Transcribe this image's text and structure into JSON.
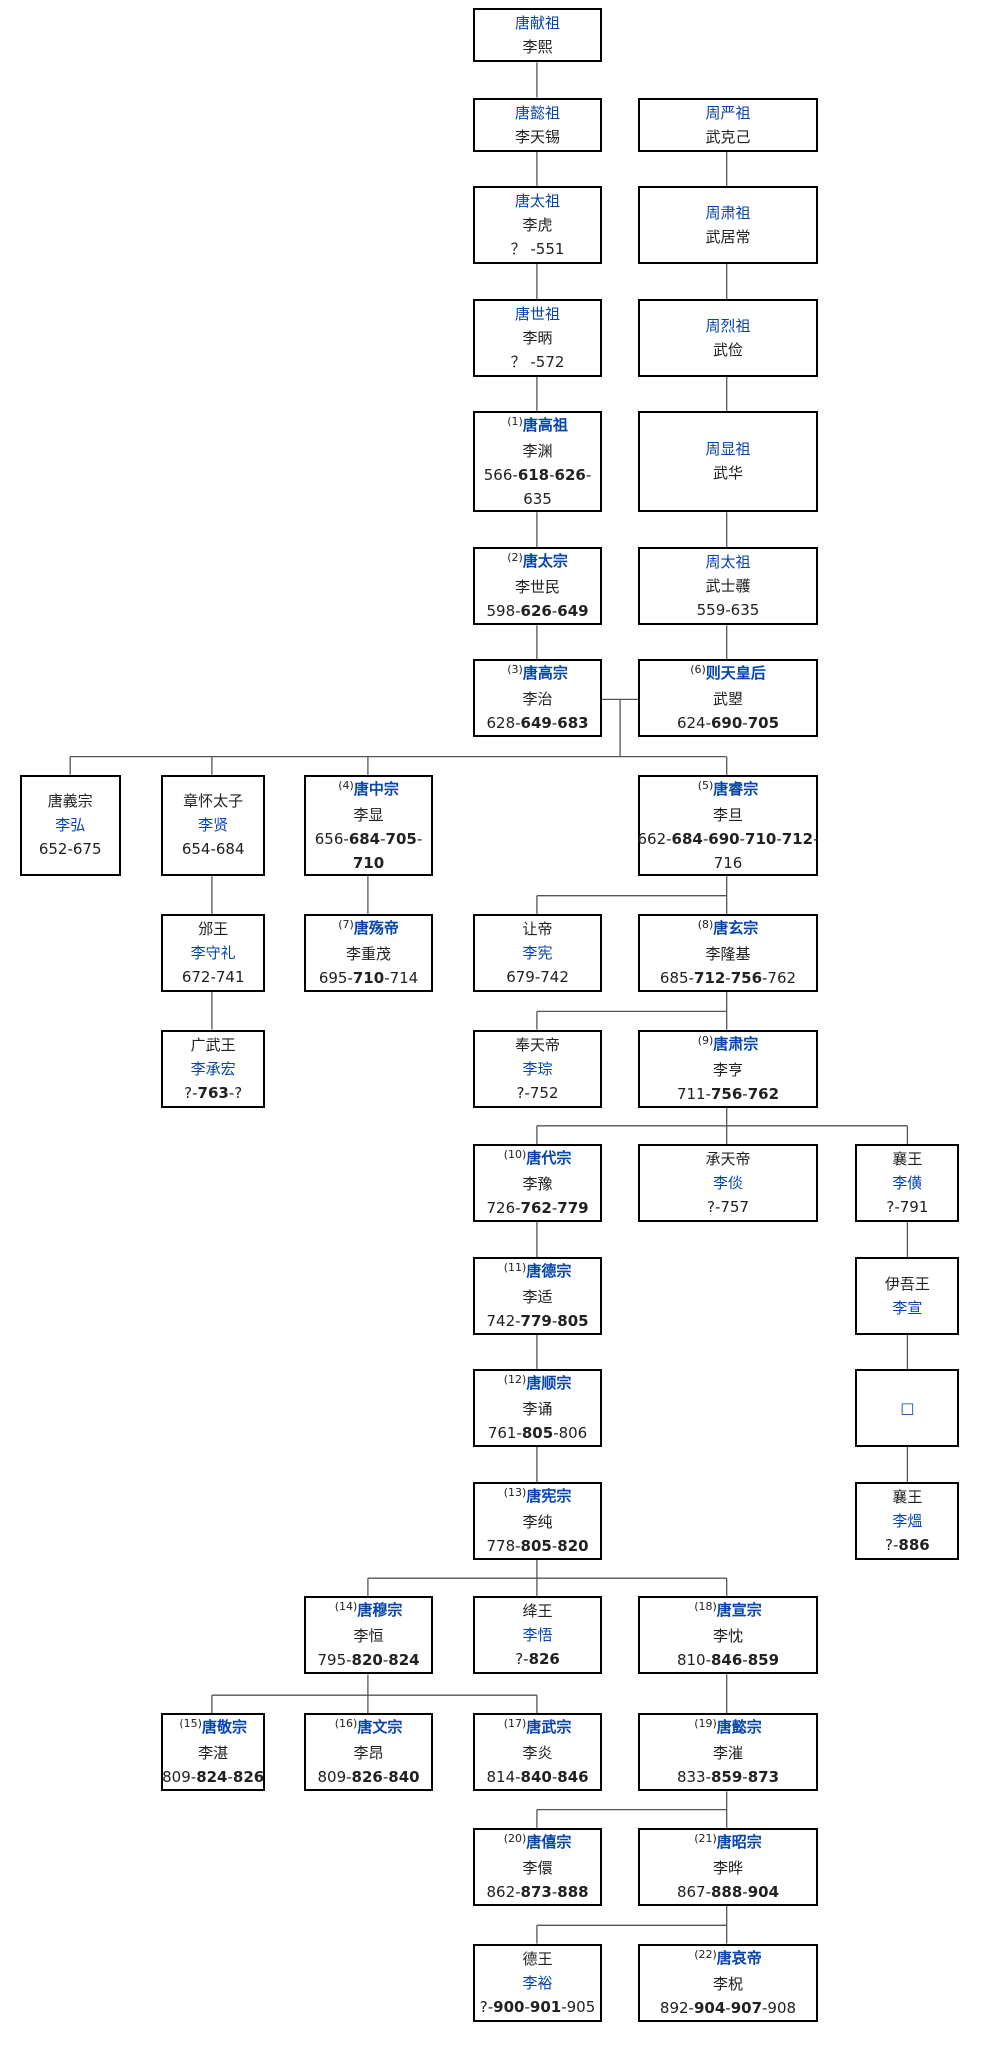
{
  "nodes": [
    {
      "id": "xianzu",
      "lines": [
        {
          "t": "唐献祖",
          "c": "link"
        },
        {
          "t": "李熙",
          "c": "plain"
        }
      ]
    },
    {
      "id": "yizu",
      "lines": [
        {
          "t": "唐懿祖",
          "c": "link"
        },
        {
          "t": "李天锡",
          "c": "plain"
        }
      ]
    },
    {
      "id": "taizu",
      "lines": [
        {
          "t": "唐太祖",
          "c": "link"
        },
        {
          "t": "李虎",
          "c": "plain"
        },
        {
          "t": "？ -551",
          "c": "plain"
        }
      ]
    },
    {
      "id": "shizu",
      "lines": [
        {
          "t": "唐世祖",
          "c": "link"
        },
        {
          "t": "李昞",
          "c": "plain"
        },
        {
          "t": "？ -572",
          "c": "plain"
        }
      ]
    },
    {
      "id": "gaozu",
      "lines": [
        {
          "n": "(1)",
          "t": "唐高祖",
          "c": "title"
        },
        {
          "t": "李渊",
          "c": "plain"
        },
        {
          "parts": [
            {
              "t": "566-"
            },
            {
              "t": "618",
              "b": 1
            },
            {
              "t": "-"
            },
            {
              "t": "626",
              "b": 1
            },
            {
              "t": "-"
            }
          ]
        },
        {
          "t": "635",
          "c": "plain"
        }
      ]
    },
    {
      "id": "taizong",
      "lines": [
        {
          "n": "(2)",
          "t": "唐太宗",
          "c": "title"
        },
        {
          "t": "李世民",
          "c": "plain"
        },
        {
          "parts": [
            {
              "t": "598-"
            },
            {
              "t": "626",
              "b": 1
            },
            {
              "t": "-"
            },
            {
              "t": "649",
              "b": 1
            }
          ]
        }
      ]
    },
    {
      "id": "gaozong",
      "lines": [
        {
          "n": "(3)",
          "t": "唐高宗",
          "c": "title"
        },
        {
          "t": "李治",
          "c": "plain"
        },
        {
          "parts": [
            {
              "t": "628-"
            },
            {
              "t": "649",
              "b": 1
            },
            {
              "t": "-"
            },
            {
              "t": "683",
              "b": 1
            }
          ]
        }
      ]
    },
    {
      "id": "zhou_yanzu",
      "lines": [
        {
          "t": "周严祖",
          "c": "link"
        },
        {
          "t": "武克己",
          "c": "plain"
        }
      ]
    },
    {
      "id": "zhou_suzu",
      "lines": [
        {
          "t": "周肃祖",
          "c": "link"
        },
        {
          "t": "武居常",
          "c": "plain"
        }
      ]
    },
    {
      "id": "zhou_liezu",
      "lines": [
        {
          "t": "周烈祖",
          "c": "link"
        },
        {
          "t": "武俭",
          "c": "plain"
        }
      ]
    },
    {
      "id": "zhou_xianzu",
      "lines": [
        {
          "t": "周显祖",
          "c": "link"
        },
        {
          "t": "武华",
          "c": "plain"
        }
      ]
    },
    {
      "id": "zhou_taizu",
      "lines": [
        {
          "t": "周太祖",
          "c": "link"
        },
        {
          "t": "武士彠",
          "c": "plain"
        },
        {
          "t": "559-635",
          "c": "plain"
        }
      ]
    },
    {
      "id": "wuzetian",
      "lines": [
        {
          "n": "(6)",
          "t": "则天皇后",
          "c": "title"
        },
        {
          "t": "武曌",
          "c": "plain"
        },
        {
          "parts": [
            {
              "t": "624-"
            },
            {
              "t": "690",
              "b": 1
            },
            {
              "t": "-"
            },
            {
              "t": "705",
              "b": 1
            }
          ]
        }
      ]
    },
    {
      "id": "yizong_lihong",
      "lines": [
        {
          "t": "唐義宗",
          "c": "plain"
        },
        {
          "t": "李弘",
          "c": "link"
        },
        {
          "t": "652-675",
          "c": "plain"
        }
      ]
    },
    {
      "id": "zhanghuai",
      "lines": [
        {
          "t": "章怀太子",
          "c": "plain"
        },
        {
          "t": "李贤",
          "c": "link"
        },
        {
          "t": "654-684",
          "c": "plain"
        }
      ]
    },
    {
      "id": "zhongzong",
      "lines": [
        {
          "n": "(4)",
          "t": "唐中宗",
          "c": "title"
        },
        {
          "t": "李显",
          "c": "plain"
        },
        {
          "parts": [
            {
              "t": "656-"
            },
            {
              "t": "684",
              "b": 1
            },
            {
              "t": "-"
            },
            {
              "t": "705",
              "b": 1
            },
            {
              "t": "-"
            }
          ]
        },
        {
          "parts": [
            {
              "t": "710",
              "b": 1
            }
          ]
        }
      ]
    },
    {
      "id": "ruizong",
      "lines": [
        {
          "n": "(5)",
          "t": "唐睿宗",
          "c": "title"
        },
        {
          "t": "李旦",
          "c": "plain"
        },
        {
          "parts": [
            {
              "t": "662-"
            },
            {
              "t": "684",
              "b": 1
            },
            {
              "t": "-"
            },
            {
              "t": "690",
              "b": 1
            },
            {
              "t": "-"
            },
            {
              "t": "710",
              "b": 1
            },
            {
              "t": "-"
            },
            {
              "t": "712",
              "b": 1
            },
            {
              "t": "-"
            }
          ]
        },
        {
          "t": "716",
          "c": "plain"
        }
      ]
    },
    {
      "id": "binwang",
      "lines": [
        {
          "t": "邠王",
          "c": "plain"
        },
        {
          "t": "李守礼",
          "c": "link"
        },
        {
          "t": "672-741",
          "c": "plain"
        }
      ]
    },
    {
      "id": "shangdi",
      "lines": [
        {
          "n": "(7)",
          "t": "唐殇帝",
          "c": "title"
        },
        {
          "t": "李重茂",
          "c": "plain"
        },
        {
          "parts": [
            {
              "t": "695-"
            },
            {
              "t": "710",
              "b": 1
            },
            {
              "t": "-714"
            }
          ]
        }
      ]
    },
    {
      "id": "guangwu",
      "lines": [
        {
          "t": "广武王",
          "c": "plain"
        },
        {
          "t": "李承宏",
          "c": "link"
        },
        {
          "parts": [
            {
              "t": "?-"
            },
            {
              "t": "763",
              "b": 1
            },
            {
              "t": "-?"
            }
          ]
        }
      ]
    },
    {
      "id": "rangdi",
      "lines": [
        {
          "t": "让帝",
          "c": "plain"
        },
        {
          "t": "李宪",
          "c": "link"
        },
        {
          "t": "679-742",
          "c": "plain"
        }
      ]
    },
    {
      "id": "xuanzong",
      "lines": [
        {
          "n": "(8)",
          "t": "唐玄宗",
          "c": "title"
        },
        {
          "t": "李隆基",
          "c": "plain"
        },
        {
          "parts": [
            {
              "t": "685-"
            },
            {
              "t": "712",
              "b": 1
            },
            {
              "t": "-"
            },
            {
              "t": "756",
              "b": 1
            },
            {
              "t": "-762"
            }
          ]
        }
      ]
    },
    {
      "id": "fengtian",
      "lines": [
        {
          "t": "奉天帝",
          "c": "plain"
        },
        {
          "t": "李琮",
          "c": "link"
        },
        {
          "t": "?-752",
          "c": "plain"
        }
      ]
    },
    {
      "id": "suzong",
      "lines": [
        {
          "n": "(9)",
          "t": "唐肃宗",
          "c": "title"
        },
        {
          "t": "李亨",
          "c": "plain"
        },
        {
          "parts": [
            {
              "t": "711-"
            },
            {
              "t": "756",
              "b": 1
            },
            {
              "t": "-"
            },
            {
              "t": "762",
              "b": 1
            }
          ]
        }
      ]
    },
    {
      "id": "daizong",
      "lines": [
        {
          "n": "(10)",
          "t": "唐代宗",
          "c": "title"
        },
        {
          "t": "李豫",
          "c": "plain"
        },
        {
          "parts": [
            {
              "t": "726-"
            },
            {
              "t": "762",
              "b": 1
            },
            {
              "t": "-"
            },
            {
              "t": "779",
              "b": 1
            }
          ]
        }
      ]
    },
    {
      "id": "chengtian",
      "lines": [
        {
          "t": "承天帝",
          "c": "plain"
        },
        {
          "t": "李倓",
          "c": "link"
        },
        {
          "t": "?-757",
          "c": "plain"
        }
      ]
    },
    {
      "id": "xiangwang1",
      "lines": [
        {
          "t": "襄王",
          "c": "plain"
        },
        {
          "t": "李僙",
          "c": "link"
        },
        {
          "t": "?-791",
          "c": "plain"
        }
      ]
    },
    {
      "id": "dezong",
      "lines": [
        {
          "n": "(11)",
          "t": "唐德宗",
          "c": "title"
        },
        {
          "t": "李适",
          "c": "plain"
        },
        {
          "parts": [
            {
              "t": "742-"
            },
            {
              "t": "779",
              "b": 1
            },
            {
              "t": "-"
            },
            {
              "t": "805",
              "b": 1
            }
          ]
        }
      ]
    },
    {
      "id": "yiwu",
      "lines": [
        {
          "t": "伊吾王",
          "c": "plain"
        },
        {
          "t": "李宣",
          "c": "link"
        }
      ]
    },
    {
      "id": "shunzong",
      "lines": [
        {
          "n": "(12)",
          "t": "唐顺宗",
          "c": "title"
        },
        {
          "t": "李诵",
          "c": "plain"
        },
        {
          "parts": [
            {
              "t": "761-"
            },
            {
              "t": "805",
              "b": 1
            },
            {
              "t": "-806"
            }
          ]
        }
      ]
    },
    {
      "id": "unknown",
      "lines": [
        {
          "t": "□",
          "c": "link"
        }
      ]
    },
    {
      "id": "xianzong",
      "lines": [
        {
          "n": "(13)",
          "t": "唐宪宗",
          "c": "title"
        },
        {
          "t": "李纯",
          "c": "plain"
        },
        {
          "parts": [
            {
              "t": "778-"
            },
            {
              "t": "805",
              "b": 1
            },
            {
              "t": "-"
            },
            {
              "t": "820",
              "b": 1
            }
          ]
        }
      ]
    },
    {
      "id": "xiangwang2",
      "lines": [
        {
          "t": "襄王",
          "c": "plain"
        },
        {
          "t": "李熅",
          "c": "link"
        },
        {
          "parts": [
            {
              "t": "?-"
            },
            {
              "t": "886",
              "b": 1
            }
          ]
        }
      ]
    },
    {
      "id": "muzong",
      "lines": [
        {
          "n": "(14)",
          "t": "唐穆宗",
          "c": "title"
        },
        {
          "t": "李恒",
          "c": "plain"
        },
        {
          "parts": [
            {
              "t": "795-"
            },
            {
              "t": "820",
              "b": 1
            },
            {
              "t": "-"
            },
            {
              "t": "824",
              "b": 1
            }
          ]
        }
      ]
    },
    {
      "id": "jiangwang",
      "lines": [
        {
          "t": "绛王",
          "c": "plain"
        },
        {
          "t": "李悟",
          "c": "link"
        },
        {
          "parts": [
            {
              "t": "?-"
            },
            {
              "t": "826",
              "b": 1
            }
          ]
        }
      ]
    },
    {
      "id": "xuanzong2",
      "lines": [
        {
          "n": "(18)",
          "t": "唐宣宗",
          "c": "title"
        },
        {
          "t": "李忱",
          "c": "plain"
        },
        {
          "parts": [
            {
              "t": "810-"
            },
            {
              "t": "846",
              "b": 1
            },
            {
              "t": "-"
            },
            {
              "t": "859",
              "b": 1
            }
          ]
        }
      ]
    },
    {
      "id": "jingzong",
      "lines": [
        {
          "n": "(15)",
          "t": "唐敬宗",
          "c": "title"
        },
        {
          "t": "李湛",
          "c": "plain"
        },
        {
          "parts": [
            {
              "t": "809-"
            },
            {
              "t": "824",
              "b": 1
            },
            {
              "t": "-"
            },
            {
              "t": "826",
              "b": 1
            }
          ]
        }
      ]
    },
    {
      "id": "wenzong",
      "lines": [
        {
          "n": "(16)",
          "t": "唐文宗",
          "c": "title"
        },
        {
          "t": "李昂",
          "c": "plain"
        },
        {
          "parts": [
            {
              "t": "809-"
            },
            {
              "t": "826",
              "b": 1
            },
            {
              "t": "-"
            },
            {
              "t": "840",
              "b": 1
            }
          ]
        }
      ]
    },
    {
      "id": "wuzong",
      "lines": [
        {
          "n": "(17)",
          "t": "唐武宗",
          "c": "title"
        },
        {
          "t": "李炎",
          "c": "plain"
        },
        {
          "parts": [
            {
              "t": "814-"
            },
            {
              "t": "840",
              "b": 1
            },
            {
              "t": "-"
            },
            {
              "t": "846",
              "b": 1
            }
          ]
        }
      ]
    },
    {
      "id": "yizong",
      "lines": [
        {
          "n": "(19)",
          "t": "唐懿宗",
          "c": "title"
        },
        {
          "t": "李漼",
          "c": "plain"
        },
        {
          "parts": [
            {
              "t": "833-"
            },
            {
              "t": "859",
              "b": 1
            },
            {
              "t": "-"
            },
            {
              "t": "873",
              "b": 1
            }
          ]
        }
      ]
    },
    {
      "id": "xizong",
      "lines": [
        {
          "n": "(20)",
          "t": "唐僖宗",
          "c": "title"
        },
        {
          "t": "李儇",
          "c": "plain"
        },
        {
          "parts": [
            {
              "t": "862-"
            },
            {
              "t": "873",
              "b": 1
            },
            {
              "t": "-"
            },
            {
              "t": "888",
              "b": 1
            }
          ]
        }
      ]
    },
    {
      "id": "zhaozong",
      "lines": [
        {
          "n": "(21)",
          "t": "唐昭宗",
          "c": "title"
        },
        {
          "t": "李晔",
          "c": "plain"
        },
        {
          "parts": [
            {
              "t": "867-"
            },
            {
              "t": "888",
              "b": 1
            },
            {
              "t": "-"
            },
            {
              "t": "904",
              "b": 1
            }
          ]
        }
      ]
    },
    {
      "id": "dewang",
      "lines": [
        {
          "t": "德王",
          "c": "plain"
        },
        {
          "t": "李裕",
          "c": "link"
        },
        {
          "parts": [
            {
              "t": "?-"
            },
            {
              "t": "900",
              "b": 1
            },
            {
              "t": "-"
            },
            {
              "t": "901",
              "b": 1
            },
            {
              "t": "-905"
            }
          ]
        }
      ]
    },
    {
      "id": "aidi",
      "lines": [
        {
          "n": "(22)",
          "t": "唐哀帝",
          "c": "title"
        },
        {
          "t": "李柷",
          "c": "plain"
        },
        {
          "parts": [
            {
              "t": "892-"
            },
            {
              "t": "904",
              "b": 1
            },
            {
              "t": "-"
            },
            {
              "t": "907",
              "b": 1
            },
            {
              "t": "-908"
            }
          ]
        }
      ]
    }
  ]
}
